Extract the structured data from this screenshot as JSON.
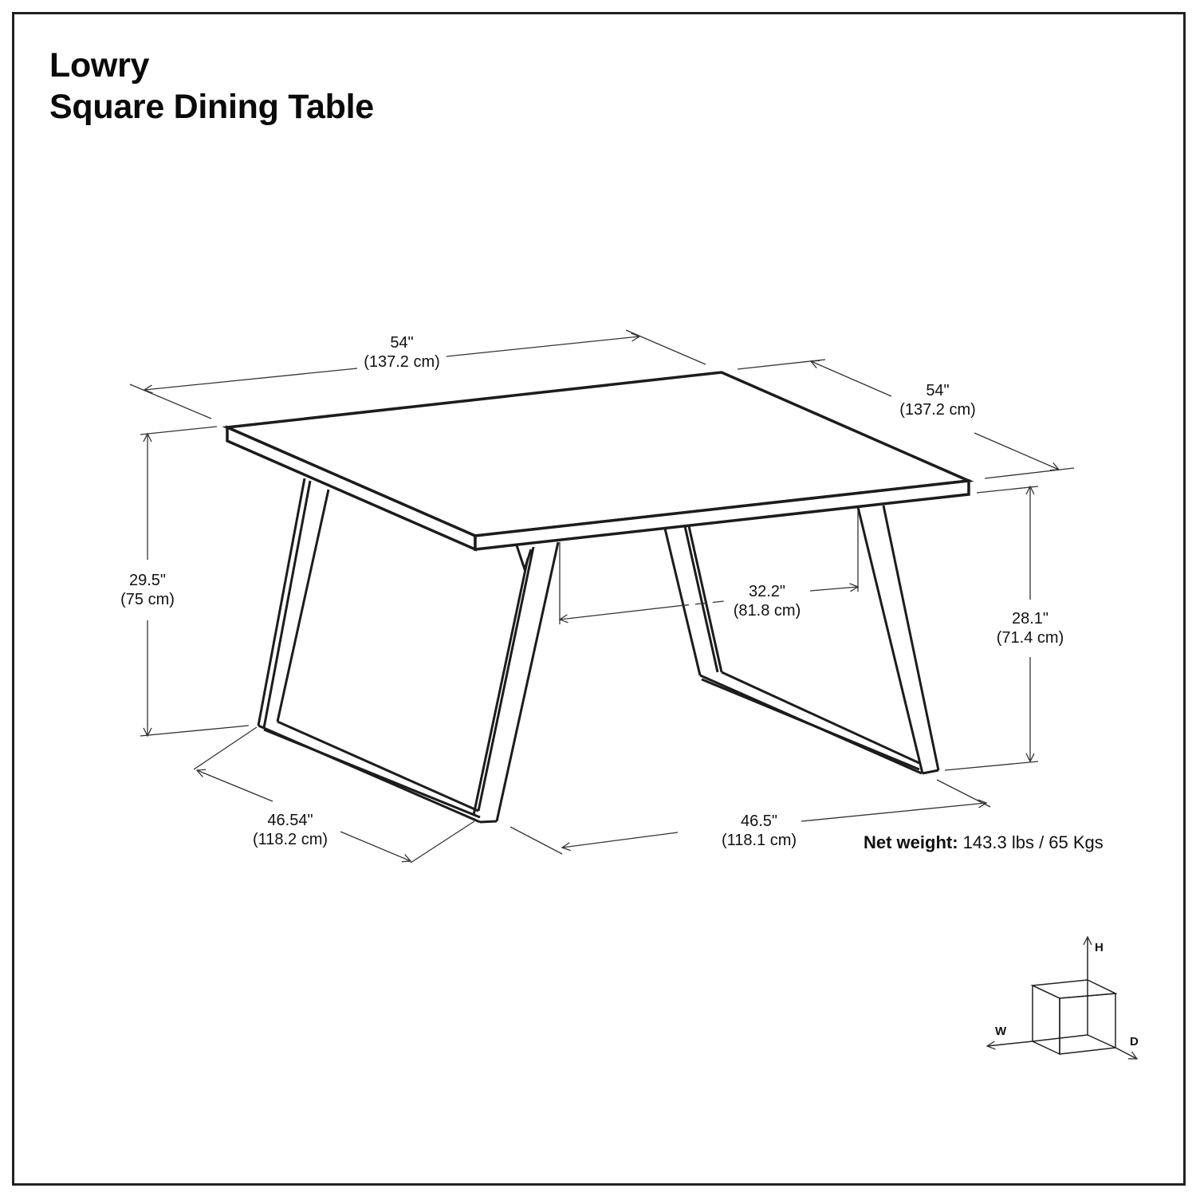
{
  "title": {
    "line1": "Lowry",
    "line2": "Square Dining Table"
  },
  "dimensions": {
    "top_width": {
      "imperial": "54\"",
      "metric": "(137.2 cm)"
    },
    "top_depth": {
      "imperial": "54\"",
      "metric": "(137.2 cm)"
    },
    "overall_height": {
      "imperial": "29.5\"",
      "metric": "(75 cm)"
    },
    "leg_height": {
      "imperial": "28.1\"",
      "metric": "(71.4 cm)"
    },
    "leg_spacing": {
      "imperial": "32.2\"",
      "metric": "(81.8 cm)"
    },
    "base_depth_left": {
      "imperial": "46.54\"",
      "metric": "(118.2 cm)"
    },
    "base_width_front": {
      "imperial": "46.5\"",
      "metric": "(118.1 cm)"
    }
  },
  "axes_legend": {
    "h": "H",
    "w": "W",
    "d": "D"
  },
  "weight": {
    "label": "Net weight:",
    "value": " 143.3 lbs / 65 Kgs"
  },
  "colors": {
    "line": "#1c1c1c",
    "dimension_line": "#333333",
    "border": "#222222",
    "background": "#ffffff"
  }
}
